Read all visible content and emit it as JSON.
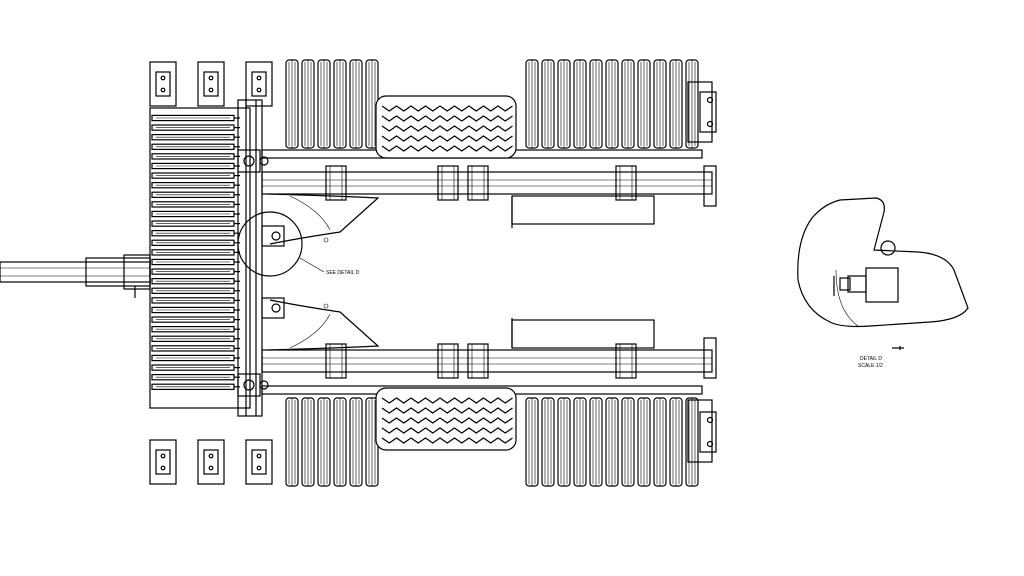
{
  "callout": {
    "text": "SEE DETAIL D"
  },
  "detail": {
    "title": "DETAIL D",
    "scale": "SCALE 1/2"
  },
  "colors": {
    "line": "#000000",
    "background": "#ffffff"
  }
}
